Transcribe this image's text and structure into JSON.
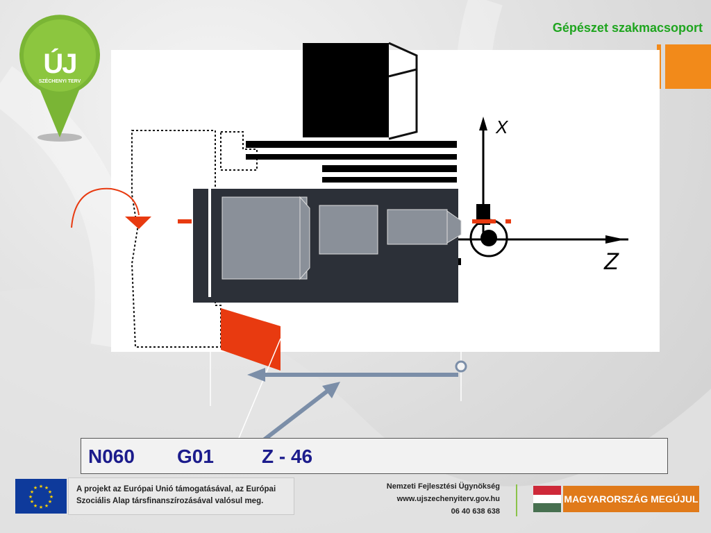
{
  "header": {
    "title": "Gépészet szakmacsoport"
  },
  "logo": {
    "text": "ÚJ",
    "subtitle": "SZÉCHENYI TERV",
    "icon": "map-pin-icon",
    "color": "#7ab535"
  },
  "diagram": {
    "axis_x_label": "X",
    "axis_z_label": "Z",
    "colors": {
      "tool": "#e83a10",
      "workpiece": "#8a9099",
      "arrow": "#7b8ea8",
      "spindle": "#2c3038"
    }
  },
  "code_line": {
    "n": "N060",
    "g": "G01",
    "z": "Z - 46"
  },
  "footer": {
    "eu_line1": "A projekt az Európai Unió támogatásával, az Európai",
    "eu_line2": "Szociális Alap társfinanszírozásával valósul meg.",
    "agency": "Nemzeti Fejlesztési Ügynökség",
    "website": "www.ujszechenyiterv.gov.hu",
    "phone": "06 40 638 638",
    "slogan": "MAGYARORSZÁG MEGÚJUL",
    "eu_flag_icon": "eu-flag-icon",
    "hu_flag_icon": "hungarian-flag-icon"
  }
}
